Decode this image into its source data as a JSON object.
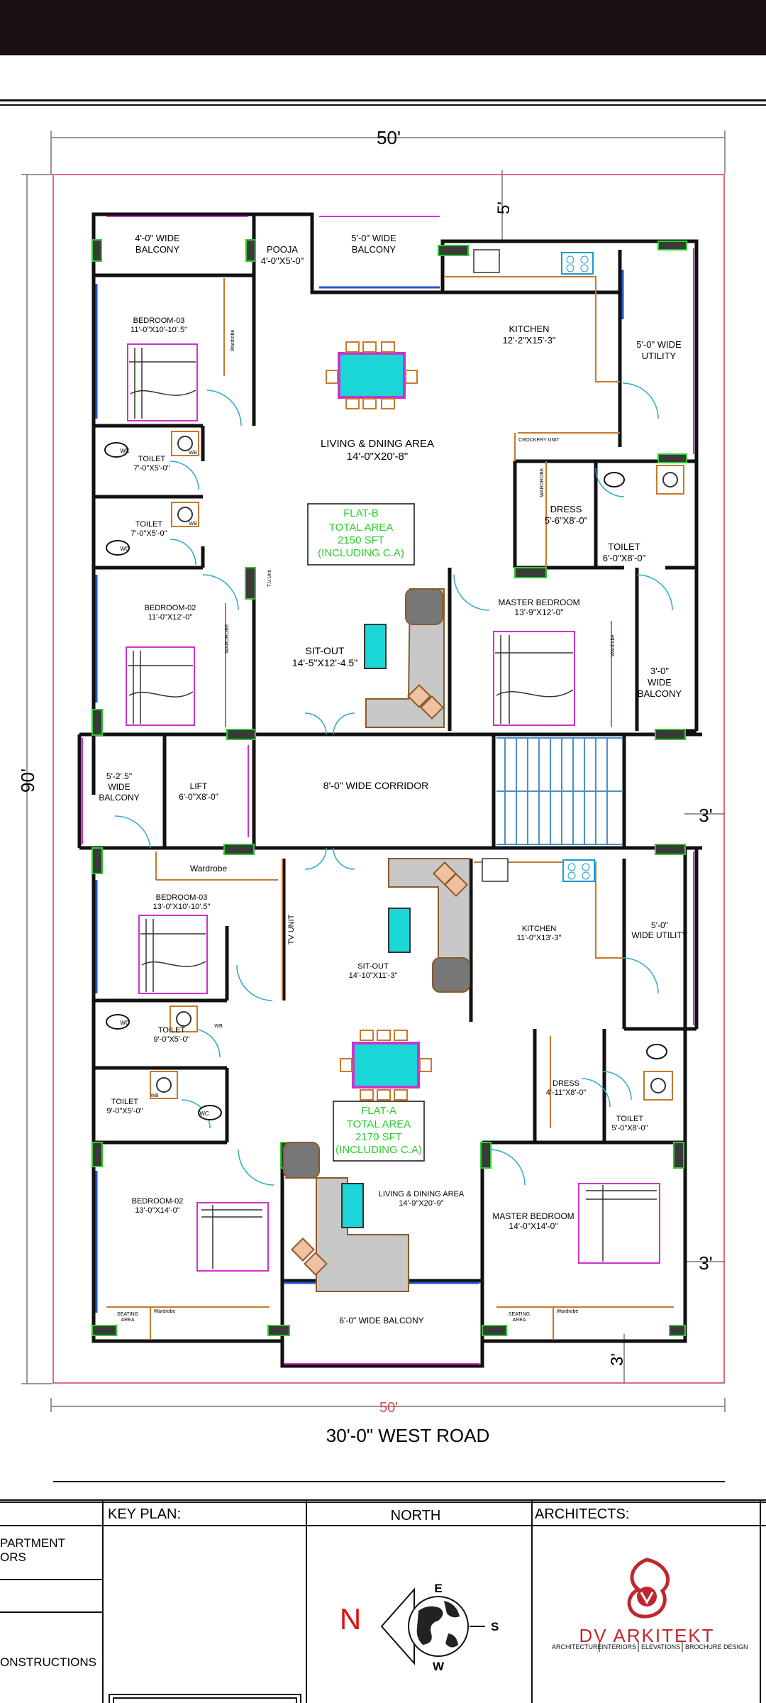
{
  "dims": {
    "top_width": "50'",
    "left_height": "90'",
    "top_setback": "5'",
    "right_setback": "3'",
    "right_setback_lower": "3'",
    "bottom_setback": "3'",
    "bottom_width": "50'",
    "road": "30'-0\" WEST ROAD"
  },
  "flat_b": {
    "balcony_left": [
      "4'-0\" WIDE",
      "BALCONY"
    ],
    "pooja": [
      "POOJA",
      "4'-0\"X5'-0\""
    ],
    "balcony_mid": [
      "5'-0\" WIDE",
      "BALCONY"
    ],
    "kitchen": [
      "KITCHEN",
      "12'-2\"X15'-3\""
    ],
    "utility": [
      "5'-0\" WIDE",
      "UTILITY"
    ],
    "bedroom3": [
      "BEDROOM-03",
      "11'-0\"X10'-10'.5\""
    ],
    "living": [
      "LIVING & DNING AREA",
      "14'-0\"X20'-8\""
    ],
    "crockery": "CROCKERY UNIT",
    "toilet1": [
      "TOILET",
      "7'-0\"X5'-0\""
    ],
    "toilet2": [
      "TOILET",
      "7'-0\"X5'-0\""
    ],
    "dress": [
      "DRESS",
      "5'-6\"X8'-0\""
    ],
    "toilet_master": [
      "TOILET",
      "6'-0\"X8'-0\""
    ],
    "bedroom2": [
      "BEDROOM-02",
      "11'-0\"X12'-0\""
    ],
    "sitout": [
      "SIT-OUT",
      "14'-5\"X12'-4.5\""
    ],
    "master": [
      "MASTER BEDROOM",
      "13'-9\"X12'-0\""
    ],
    "balcony_right": [
      "3'-0\"",
      "WIDE",
      "BALCONY"
    ],
    "wardrobe": "Wardrobe",
    "wardrobe_caps": "WARDROBE",
    "tv_unit": "T.V.Unit",
    "area": [
      "FLAT-B",
      "TOTAL AREA",
      "2150 SFT",
      "(INCLUDING C.A)"
    ]
  },
  "common": {
    "balcony": [
      "5'-2'.5\"",
      "WIDE",
      "BALCONY"
    ],
    "lift": [
      "LIFT",
      "6'-0\"X8'-0\""
    ],
    "corridor": "8'-0\" WIDE CORRIDOR"
  },
  "flat_a": {
    "wardrobe": "Wardrobe",
    "bedroom3": [
      "BEDROOM-03",
      "13'-0\"X10'-10'.5\""
    ],
    "tv_unit": "TV UNIT",
    "sitout": [
      "SIT-OUT",
      "14'-10\"X11'-3\""
    ],
    "kitchen": [
      "KITCHEN",
      "11'-0\"X13'-3\""
    ],
    "utility": [
      "5'-0\"",
      "WIDE UTILITY"
    ],
    "toilet1": [
      "TOILET",
      "9'-0\"X5'-0\""
    ],
    "toilet2": [
      "TOILET",
      "9'-0\"X5'-0\""
    ],
    "dress": [
      "DRESS",
      "4'-11\"X8'-0\""
    ],
    "toilet_master": [
      "TOILET",
      "5'-0\"X8'-0\""
    ],
    "area": [
      "FLAT-A",
      "TOTAL AREA",
      "2170 SFT",
      "(INCLUDING C.A)"
    ],
    "living": [
      "LIVING & DINING AREA",
      "14'-9\"X20'-9\""
    ],
    "master": [
      "MASTER BEDROOM",
      "14'-0\"X14'-0\""
    ],
    "bedroom2": [
      "BEDROOM-02",
      "13'-0\"X14'-0\""
    ],
    "seating": [
      "SEATING",
      "AREA"
    ],
    "balcony_bottom": "6'-0\" WIDE BALCONY",
    "wc": "WC",
    "wb": "WB"
  },
  "title_block": {
    "left_line1": "PARTMENT",
    "left_line2": "ORS",
    "left_line3": "ONSTRUCTIONS",
    "key_plan": "KEY PLAN:",
    "north": "NORTH",
    "architects": "ARCHITECTS:",
    "compass_n": "N",
    "compass_e": "E",
    "compass_s": "S",
    "compass_w": "W",
    "logo_name": "DV ARKITEKT",
    "logo_tag": [
      "ARCHITECTURE",
      "INTERIORS",
      "ELEVATIONS",
      "BROCHURE DESIGN"
    ]
  },
  "colors": {
    "wall": "#111111",
    "green_text": "#2ecc2e",
    "brand_red": "#c0272d",
    "cyan": "#1ad6d6",
    "magenta": "#cc33cc",
    "orange_furniture": "#c8792a",
    "plot_line": "#d14a5a"
  }
}
